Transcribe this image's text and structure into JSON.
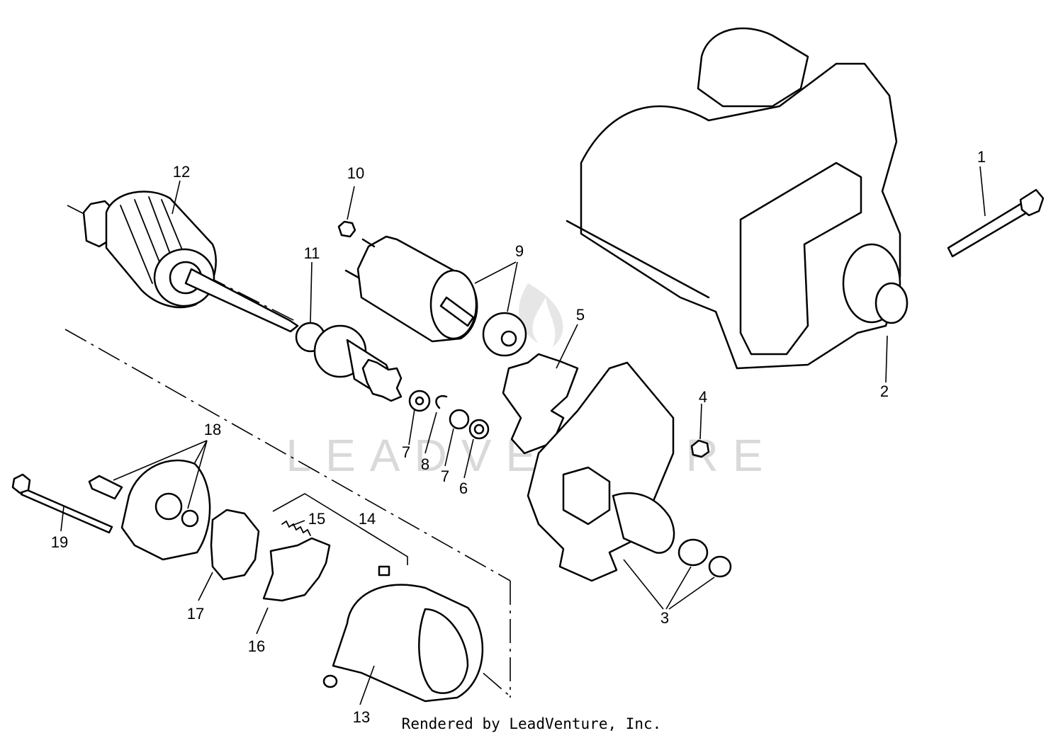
{
  "diagram": {
    "callouts": [
      {
        "label": "1"
      },
      {
        "label": "2"
      },
      {
        "label": "3"
      },
      {
        "label": "4"
      },
      {
        "label": "5"
      },
      {
        "label": "6"
      },
      {
        "label": "7"
      },
      {
        "label": "7"
      },
      {
        "label": "8"
      },
      {
        "label": "9"
      },
      {
        "label": "10"
      },
      {
        "label": "11"
      },
      {
        "label": "12"
      },
      {
        "label": "13"
      },
      {
        "label": "14"
      },
      {
        "label": "15"
      },
      {
        "label": "16"
      },
      {
        "label": "17"
      },
      {
        "label": "18"
      },
      {
        "label": "19"
      }
    ],
    "watermark": "LEADVENTURE",
    "credit": "Rendered by LeadVenture, Inc.",
    "colors": {
      "line": "#000000",
      "background": "#ffffff",
      "watermark": "#d9d9d9"
    }
  }
}
